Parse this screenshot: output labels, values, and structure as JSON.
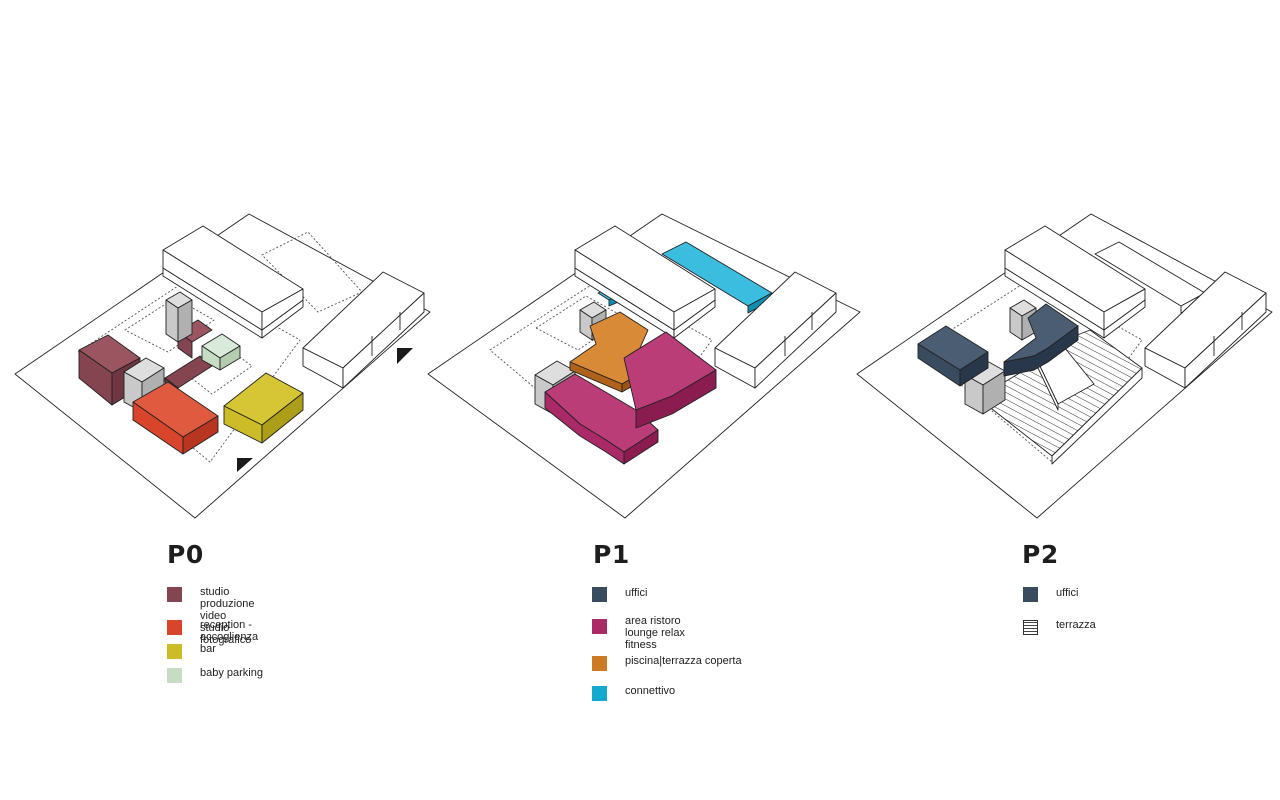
{
  "colors": {
    "studio": "#844450",
    "reception": "#d9452b",
    "bar": "#ccbc27",
    "baby_parking": "#c7ddc3",
    "uffici": "#394b5e",
    "area_ristoro": "#a92a67",
    "piscina": "#cc7a24",
    "connettivo": "#14a9cd",
    "core_gray": "#c9c9c9"
  },
  "panels": [
    {
      "title": "P0",
      "legend": [
        {
          "lines": [
            "studio produzione video",
            "studio fotografico"
          ],
          "color": "#844450",
          "pattern": "solid"
        },
        {
          "lines": [
            "reception - accoglienza"
          ],
          "color": "#d9452b",
          "pattern": "solid"
        },
        {
          "lines": [
            "bar"
          ],
          "color": "#ccbc27",
          "pattern": "solid"
        },
        {
          "lines": [
            "baby parking"
          ],
          "color": "#c7ddc3",
          "pattern": "solid"
        }
      ]
    },
    {
      "title": "P1",
      "legend": [
        {
          "lines": [
            "uffici"
          ],
          "color": "#394b5e",
          "pattern": "solid"
        },
        {
          "lines": [
            "area ristoro",
            "lounge relax",
            "fitness"
          ],
          "color": "#a92a67",
          "pattern": "solid"
        },
        {
          "lines": [
            "piscina|terrazza coperta"
          ],
          "color": "#cc7a24",
          "pattern": "solid"
        },
        {
          "lines": [
            "connettivo"
          ],
          "color": "#14a9cd",
          "pattern": "solid"
        }
      ]
    },
    {
      "title": "P2",
      "legend": [
        {
          "lines": [
            "uffici"
          ],
          "color": "#394b5e",
          "pattern": "solid"
        },
        {
          "lines": [
            "terrazza"
          ],
          "color": "",
          "pattern": "hatch"
        }
      ]
    }
  ]
}
